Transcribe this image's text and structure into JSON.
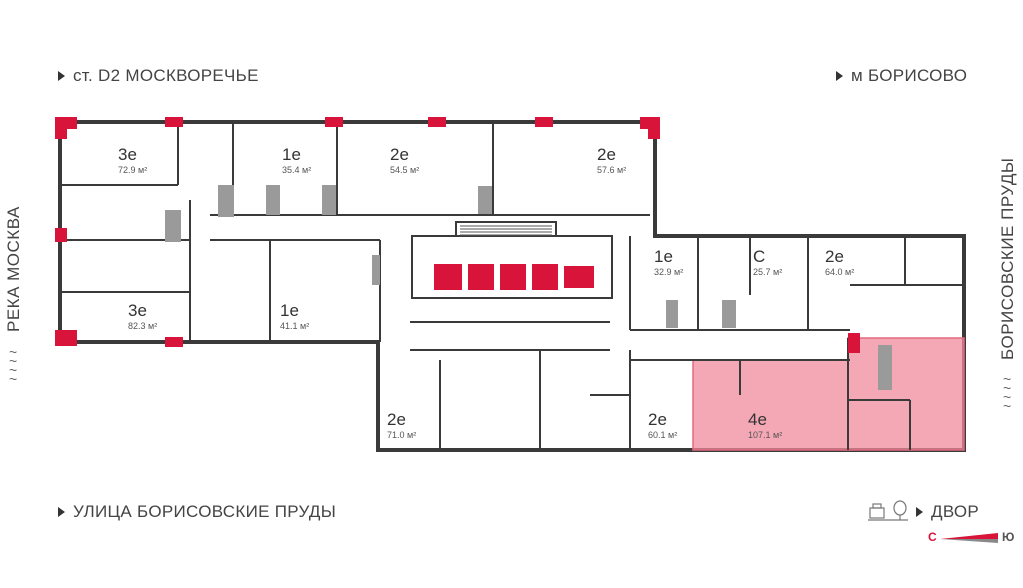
{
  "labels": {
    "top_left": "ст. D2 МОСКВОРЕЧЬЕ",
    "top_right": "м БОРИСОВО",
    "bottom_left": "УЛИЦА БОРИСОВСКИЕ ПРУДЫ",
    "bottom_right": "ДВОР",
    "left_vertical": "РЕКА МОСКВА",
    "right_vertical": "БОРИСОВСКИЕ ПРУДЫ"
  },
  "compass": {
    "left": "С",
    "right": "Ю"
  },
  "colors": {
    "accent": "#d9143a",
    "highlight_fill": "#f08a9c",
    "wall": "#3a3a3a"
  },
  "apartments": [
    {
      "id": "a1",
      "code": "3е",
      "area": "72.9 м²",
      "selected": false
    },
    {
      "id": "a2",
      "code": "1е",
      "area": "35.4 м²",
      "selected": false
    },
    {
      "id": "a3",
      "code": "2е",
      "area": "54.5 м²",
      "selected": false
    },
    {
      "id": "a4",
      "code": "2е",
      "area": "57.6 м²",
      "selected": false
    },
    {
      "id": "a5",
      "code": "3е",
      "area": "82.3 м²",
      "selected": false
    },
    {
      "id": "a6",
      "code": "1е",
      "area": "41.1 м²",
      "selected": false
    },
    {
      "id": "a7",
      "code": "1е",
      "area": "32.9 м²",
      "selected": false
    },
    {
      "id": "a8",
      "code": "С",
      "area": "25.7 м²",
      "selected": false
    },
    {
      "id": "a9",
      "code": "2е",
      "area": "64.0 м²",
      "selected": false
    },
    {
      "id": "a10",
      "code": "2е",
      "area": "71.0 м²",
      "selected": false
    },
    {
      "id": "a11",
      "code": "2е",
      "area": "60.1 м²",
      "selected": false
    },
    {
      "id": "a12",
      "code": "4е",
      "area": "107.1 м²",
      "selected": true
    }
  ]
}
